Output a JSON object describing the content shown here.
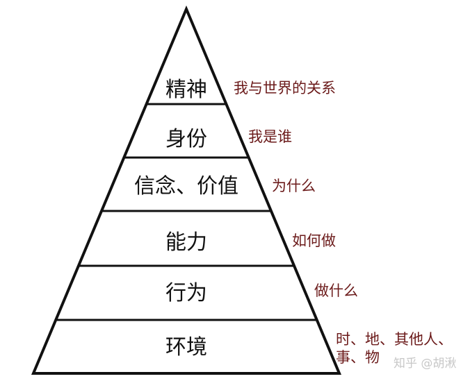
{
  "levels": [
    {
      "label": "精神",
      "note": [
        "我与世界的关系"
      ]
    },
    {
      "label": "身份",
      "note": [
        "我是谁"
      ]
    },
    {
      "label": "信念、价值",
      "note": [
        "为什么"
      ]
    },
    {
      "label": "能力",
      "note": [
        "如何做"
      ]
    },
    {
      "label": "行为",
      "note": [
        "做什么"
      ]
    },
    {
      "label": "环境",
      "note": [
        "时、地、其他人、",
        "事、物"
      ]
    }
  ],
  "watermark": "知乎 @胡湫",
  "colors": {
    "outline": "#111111",
    "label": "#111111",
    "note": "#6b1a1a",
    "background": "#ffffff"
  }
}
